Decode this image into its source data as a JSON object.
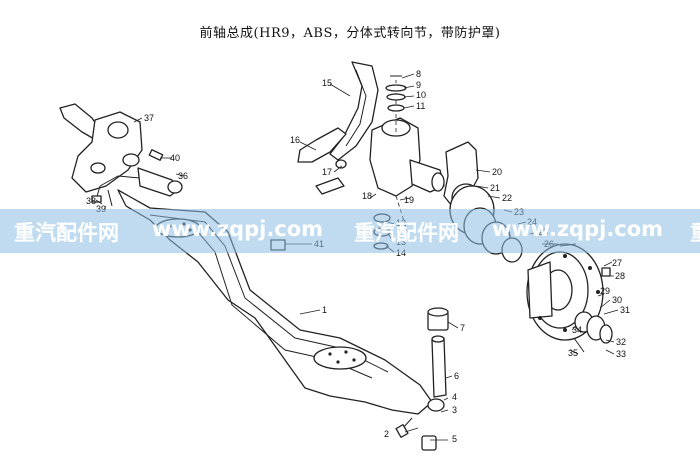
{
  "title": "前轴总成(HR9，ABS，分体式转向节，带防护罩)",
  "watermark": {
    "segments": [
      "重汽配件网",
      "www.zqpj.com",
      "重汽配件网",
      "www.zqpj.com",
      "重"
    ]
  },
  "labels": [
    "1",
    "2",
    "3",
    "4",
    "5",
    "6",
    "7",
    "8",
    "9",
    "10",
    "11",
    "12",
    "13",
    "14",
    "15",
    "16",
    "17",
    "18",
    "19",
    "20",
    "21",
    "22",
    "23",
    "24",
    "25",
    "26",
    "27",
    "28",
    "29",
    "30",
    "31",
    "32",
    "33",
    "34",
    "35",
    "36",
    "37",
    "38",
    "39",
    "40",
    "41"
  ]
}
